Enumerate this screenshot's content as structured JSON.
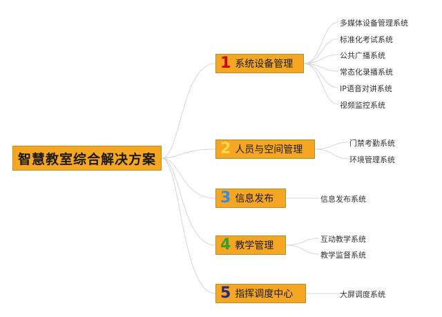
{
  "root": {
    "label": "智慧教室综合解决方案"
  },
  "branches": [
    {
      "number": "1",
      "label": "系统设备管理",
      "number_color": "#d0021b",
      "children": [
        "多媒体设备管理系统",
        "标准化考试系统",
        "公共广播系统",
        "常态化录播系统",
        "IP语音对讲系统",
        "视频监控系统"
      ]
    },
    {
      "number": "2",
      "label": "人员与空间管理",
      "number_color": "#f8d94a",
      "children": [
        "门禁考勤系统",
        "环境管理系统"
      ]
    },
    {
      "number": "3",
      "label": "信息发布",
      "number_color": "#3a8ad6",
      "children": [
        "信息发布系统"
      ]
    },
    {
      "number": "4",
      "label": "教学管理",
      "number_color": "#3c9e2e",
      "children": [
        "互动教学系统",
        "教学监督系统"
      ]
    },
    {
      "number": "5",
      "label": "指挥调度中心",
      "number_color": "#2a2a7a",
      "children": [
        "大屏调度系统"
      ]
    }
  ],
  "colors": {
    "node_fill": "#f5a623",
    "connector": "#d6d6d6"
  }
}
